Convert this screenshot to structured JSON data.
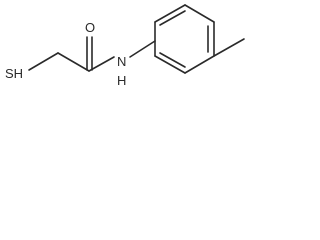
{
  "molecule": {
    "atoms": {
      "thiol": "SH",
      "carbonyl_oxygen": "O",
      "amide_nitrogen": "N",
      "amide_hydrogen": "H"
    }
  },
  "colors": {
    "bond": "#2a2a2a",
    "background": "#ffffff"
  }
}
